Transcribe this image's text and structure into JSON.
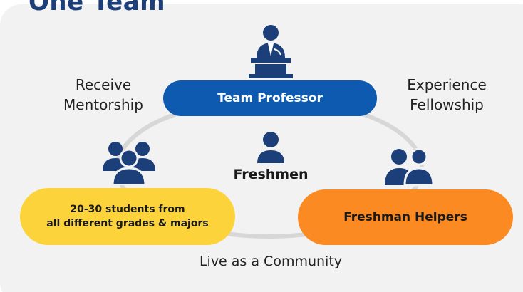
{
  "title": "One Team",
  "labels": {
    "top_left": [
      "Receive",
      "Mentorship"
    ],
    "top_right": [
      "Experience",
      "Fellowship"
    ],
    "bottom": "Live as a Community",
    "center": "Freshmen"
  },
  "nodes": {
    "professor": "Team Professor",
    "students": [
      "20-30 students from",
      "all different grades & majors"
    ],
    "helpers": "Freshman Helpers"
  },
  "icons": {
    "professor": "podium-speaker-icon",
    "freshman": "person-icon",
    "students": "group-three-people-icon",
    "helpers": "two-people-icon"
  },
  "colors": {
    "title": "#1c3f7a",
    "icon": "#1c3f7a",
    "professor_pill": "#0e5ab0",
    "students_pill": "#fdd33b",
    "helpers_pill": "#fb8a22",
    "ring": "#d7d7d7",
    "panel": "#f2f2f2"
  }
}
